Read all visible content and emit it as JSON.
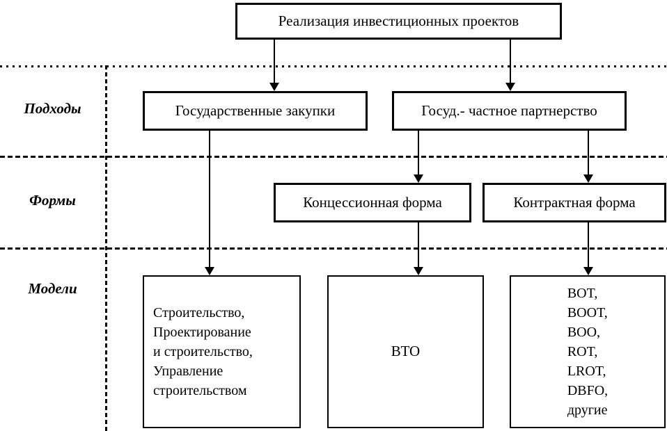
{
  "diagram": {
    "root": {
      "label": "Реализация инвестиционных проектов"
    },
    "row_labels": {
      "approaches": "Подходы",
      "forms": "Формы",
      "models": "Модели"
    },
    "approaches": {
      "state_procurement": "Государственные закупки",
      "ppp": "Госуд.- частное партнерство"
    },
    "forms": {
      "concession": "Концессионная форма",
      "contract": "Контрактная форма"
    },
    "models": {
      "procurement_models": "Строительство,\nПроектирование\nи строительство,\nУправление\nстроительством",
      "concession_models": "ВТО",
      "contract_models": "BOT,\nBOOT,\nBOO,\nROT,\nLROT,\nDBFO,\nдругие"
    },
    "colors": {
      "line": "#000000",
      "background": "#ffffff"
    }
  }
}
